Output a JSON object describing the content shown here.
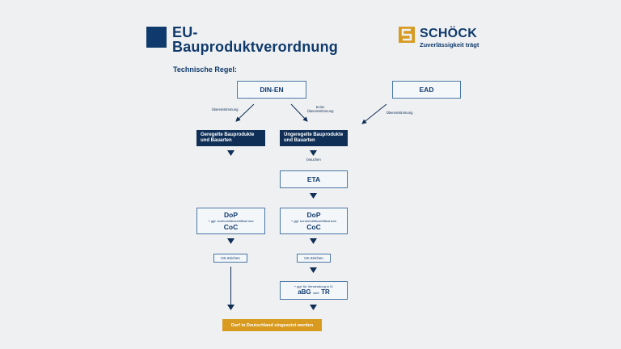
{
  "header": {
    "title_line1": "EU-",
    "title_line2": "Bauproduktverordnung",
    "logo_name": "SCHÖCK",
    "logo_tagline": "Zuverlässigkeit trägt"
  },
  "section_label": "Technische Regel:",
  "boxes": {
    "din_en": "DIN-EN",
    "ead": "EAD",
    "geregelte": "Geregelte Bauprodukte und Bauarten",
    "ungeregelte": "Ungeregelte Bauprodukte und Bauarten",
    "eta": "ETA",
    "dop_left": {
      "top": "DoP",
      "middle": "+ ggf. konformitätszertifikat bzw",
      "bottom": "CoC"
    },
    "dop_right": {
      "top": "DoP",
      "middle": "+ ggf. konformitätszertifikat bzw",
      "bottom": "CoC"
    },
    "ce_left": "CE-Zeichen",
    "ce_right": "CE-Zeichen",
    "abg": {
      "top": "+ ggf. für Verwendung in D:",
      "main1": "aBG",
      "connector": "oder",
      "main2": "TR"
    },
    "final": "Darf in Deutschland eingesetzt werden"
  },
  "annotations": {
    "uebereinstimmung_left": "Übereinstimmung",
    "keine_line1": "Keine",
    "keine_line2": "Übereinstimmung",
    "uebereinstimmung_right": "Übereinstimmung",
    "brauchen": "brauchen"
  },
  "colors": {
    "navy": "#0f2f57",
    "outline": "#4a78a5",
    "accent": "#d89a1f",
    "background": "#eff0f1"
  }
}
